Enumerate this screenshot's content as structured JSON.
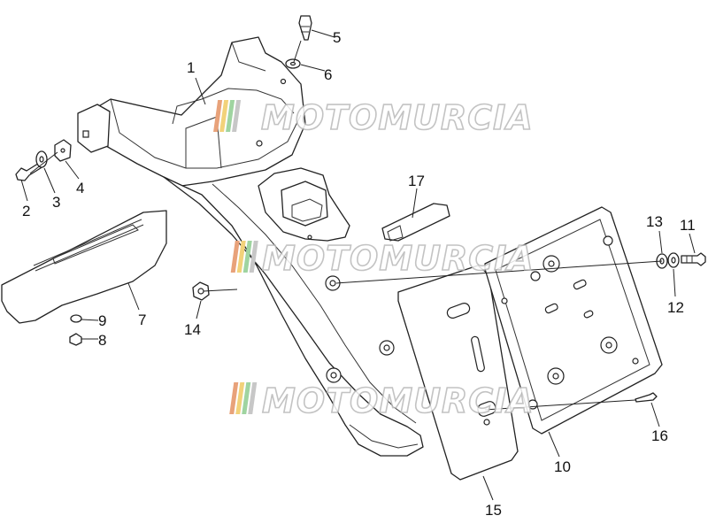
{
  "watermark": {
    "text": "MOTOMURCIA",
    "stripe_colors": [
      "#e8a27a",
      "#f2d27a",
      "#9fd4a0",
      "#c7c7c7"
    ]
  },
  "callouts": [
    {
      "id": "1",
      "label": "1"
    },
    {
      "id": "2",
      "label": "2"
    },
    {
      "id": "3",
      "label": "3"
    },
    {
      "id": "4",
      "label": "4"
    },
    {
      "id": "5",
      "label": "5"
    },
    {
      "id": "6",
      "label": "6"
    },
    {
      "id": "7",
      "label": "7"
    },
    {
      "id": "8",
      "label": "8"
    },
    {
      "id": "9",
      "label": "9"
    },
    {
      "id": "10",
      "label": "10"
    },
    {
      "id": "11",
      "label": "11"
    },
    {
      "id": "12",
      "label": "12"
    },
    {
      "id": "13",
      "label": "13"
    },
    {
      "id": "14",
      "label": "14"
    },
    {
      "id": "15",
      "label": "15"
    },
    {
      "id": "16",
      "label": "16"
    },
    {
      "id": "17",
      "label": "17"
    }
  ],
  "colors": {
    "line": "#222222",
    "background": "#ffffff",
    "watermark_outline": "#b9b9b9"
  }
}
